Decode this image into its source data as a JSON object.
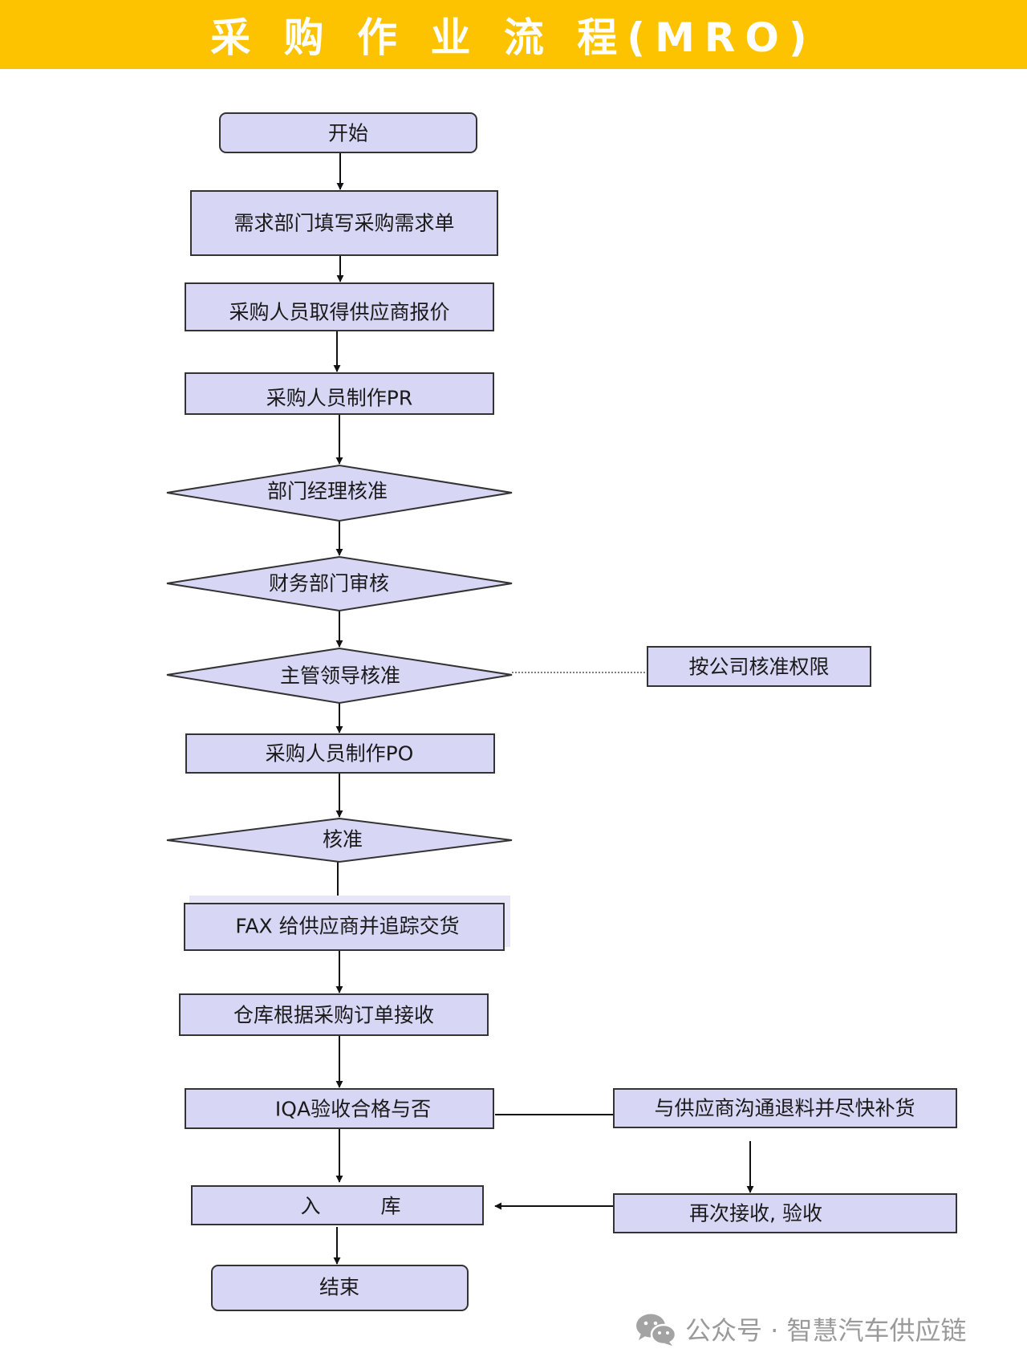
{
  "header": {
    "title": "采 购 作 业 流 程(MRO)"
  },
  "colors": {
    "banner": "#fdc200",
    "node_fill": "#d7d7f5",
    "node_stroke": "#333333"
  },
  "nodes": {
    "start": "开始",
    "fill_request": "需求部门填写采购需求单",
    "get_quote": "采购人员取得供应商报价",
    "make_pr": "采购人员制作PR",
    "dept_approve": "部门经理核准",
    "finance_review": "财务部门审核",
    "manager_approve": "主管领导核准",
    "authority_note": "按公司核准权限",
    "make_po": "采购人员制作PO",
    "approve": "核准",
    "fax_supplier": "FAX 给供应商并追踪交货",
    "warehouse_receive": "仓库根据采购订单接收",
    "iqa_check": "IQA验收合格与否",
    "return_material": "与供应商沟通退料并尽快补货",
    "stock_in": "入　　　库",
    "re_receive": "再次接收, 验收",
    "end": "结束"
  },
  "watermark": {
    "text": "公众号 · 智慧汽车供应链",
    "icon": "wechat-icon"
  }
}
